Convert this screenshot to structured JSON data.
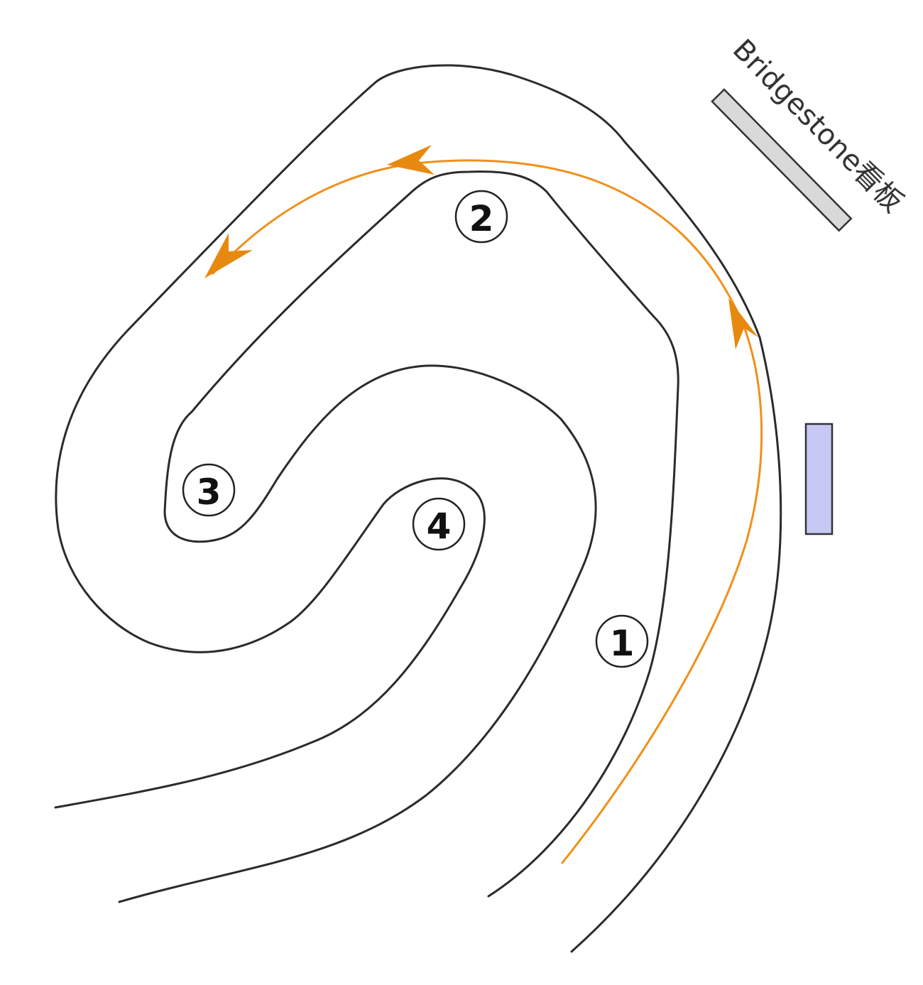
{
  "corners": [
    {
      "id": "1",
      "label": "1"
    },
    {
      "id": "2",
      "label": "2"
    },
    {
      "id": "3",
      "label": "3"
    },
    {
      "id": "4",
      "label": "4"
    }
  ],
  "billboard": {
    "label": "Bridgestone看板",
    "fill_color": "#d9d9d9"
  },
  "marker": {
    "fill_color": "#c8c8f5"
  },
  "racing_line": {
    "color": "#f0901a"
  },
  "track": {
    "edge_color": "#2b2b2b"
  }
}
